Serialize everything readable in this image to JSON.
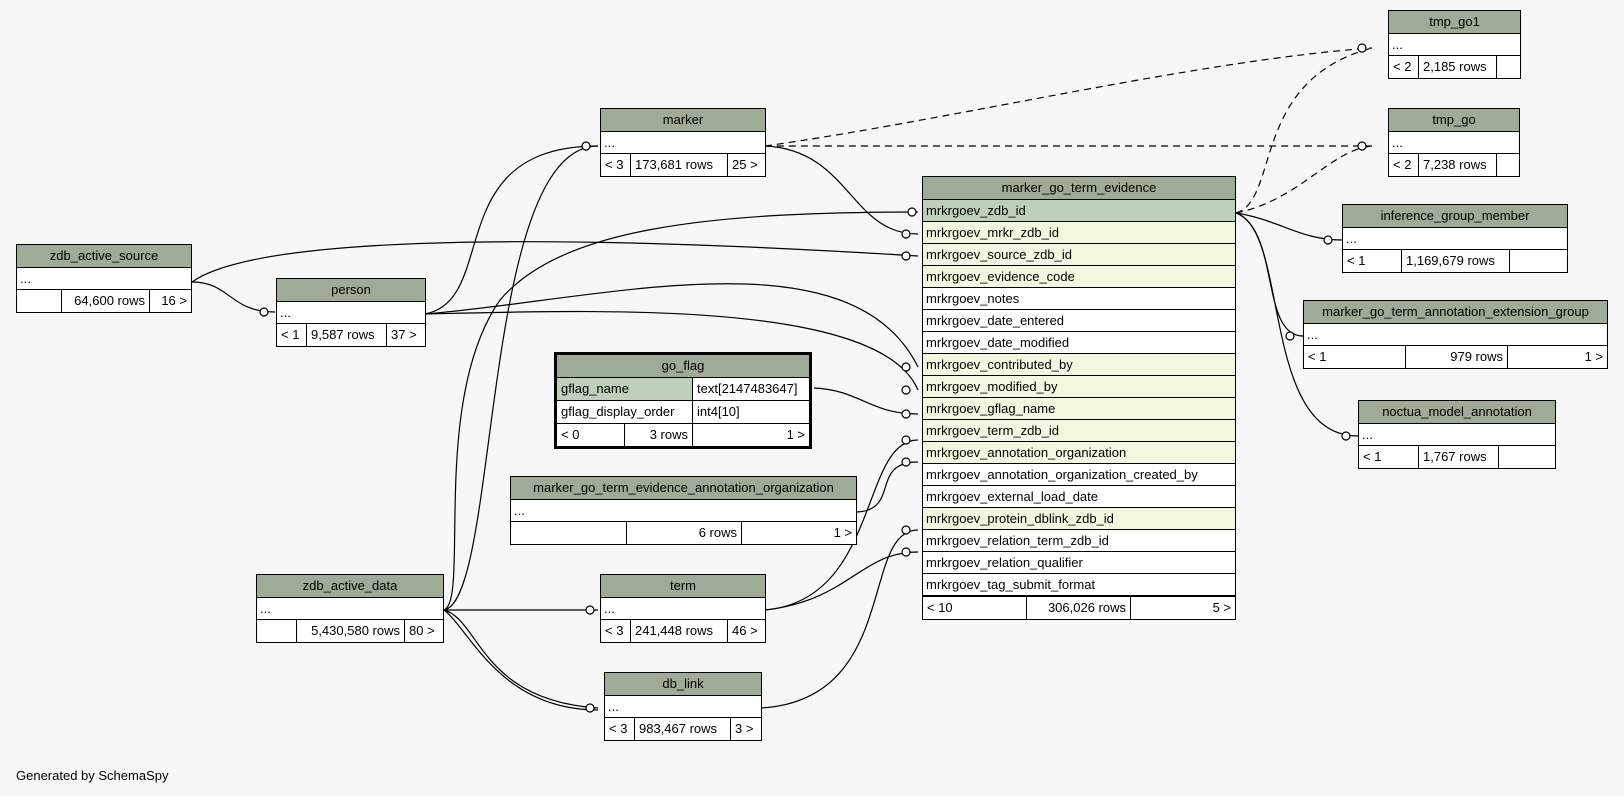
{
  "footer_text": "Generated by SchemaSpy",
  "colors": {
    "header": "#9dab97",
    "primary_key": "#bfd0ba",
    "foreign_key": "#f4f7df",
    "background": "#f7f7f7"
  },
  "tables": {
    "tmp_go1": {
      "name": "tmp_go1",
      "rows": [
        "..."
      ],
      "footer": [
        "< 2",
        "2,185 rows",
        ""
      ]
    },
    "tmp_go": {
      "name": "tmp_go",
      "rows": [
        "..."
      ],
      "footer": [
        "< 2",
        "7,238 rows",
        ""
      ]
    },
    "marker": {
      "name": "marker",
      "rows": [
        "..."
      ],
      "footer": [
        "< 3",
        "173,681 rows",
        "25 >"
      ]
    },
    "zdb_active_source": {
      "name": "zdb_active_source",
      "rows": [
        "..."
      ],
      "footer": [
        "",
        "64,600 rows",
        "16 >"
      ]
    },
    "person": {
      "name": "person",
      "rows": [
        "..."
      ],
      "footer": [
        "< 1",
        "9,587 rows",
        "37 >"
      ]
    },
    "go_flag": {
      "name": "go_flag",
      "columns": [
        {
          "name": "gflag_name",
          "type": "text[2147483647]"
        },
        {
          "name": "gflag_display_order",
          "type": "int4[10]"
        }
      ],
      "footer": [
        "< 0",
        "3 rows",
        "1 >"
      ]
    },
    "mgtea_org": {
      "name": "marker_go_term_evidence_annotation_organization",
      "rows": [
        "..."
      ],
      "footer": [
        "",
        "6 rows",
        "1 >"
      ]
    },
    "zdb_active_data": {
      "name": "zdb_active_data",
      "rows": [
        "..."
      ],
      "footer": [
        "",
        "5,430,580 rows",
        "80 >"
      ]
    },
    "term": {
      "name": "term",
      "rows": [
        "..."
      ],
      "footer": [
        "< 3",
        "241,448 rows",
        "46 >"
      ]
    },
    "db_link": {
      "name": "db_link",
      "rows": [
        "..."
      ],
      "footer": [
        "< 3",
        "983,467 rows",
        "3 >"
      ]
    },
    "mgte": {
      "name": "marker_go_term_evidence",
      "columns": [
        "mrkrgoev_zdb_id",
        "mrkrgoev_mrkr_zdb_id",
        "mrkrgoev_source_zdb_id",
        "mrkrgoev_evidence_code",
        "mrkrgoev_notes",
        "mrkrgoev_date_entered",
        "mrkrgoev_date_modified",
        "mrkrgoev_contributed_by",
        "mrkrgoev_modified_by",
        "mrkrgoev_gflag_name",
        "mrkrgoev_term_zdb_id",
        "mrkrgoev_annotation_organization",
        "mrkrgoev_annotation_organization_created_by",
        "mrkrgoev_external_load_date",
        "mrkrgoev_protein_dblink_zdb_id",
        "mrkrgoev_relation_term_zdb_id",
        "mrkrgoev_relation_qualifier",
        "mrkrgoev_tag_submit_format"
      ],
      "footer": [
        "< 10",
        "306,026 rows",
        "5 >"
      ]
    },
    "inference_group_member": {
      "name": "inference_group_member",
      "rows": [
        "..."
      ],
      "footer": [
        "< 1",
        "1,169,679 rows",
        ""
      ]
    },
    "mgtaeg": {
      "name": "marker_go_term_annotation_extension_group",
      "rows": [
        "..."
      ],
      "footer": [
        "< 1",
        "979 rows",
        "1 >"
      ]
    },
    "noctua": {
      "name": "noctua_model_annotation",
      "rows": [
        "..."
      ],
      "footer": [
        "< 1",
        "1,767 rows",
        ""
      ]
    }
  }
}
